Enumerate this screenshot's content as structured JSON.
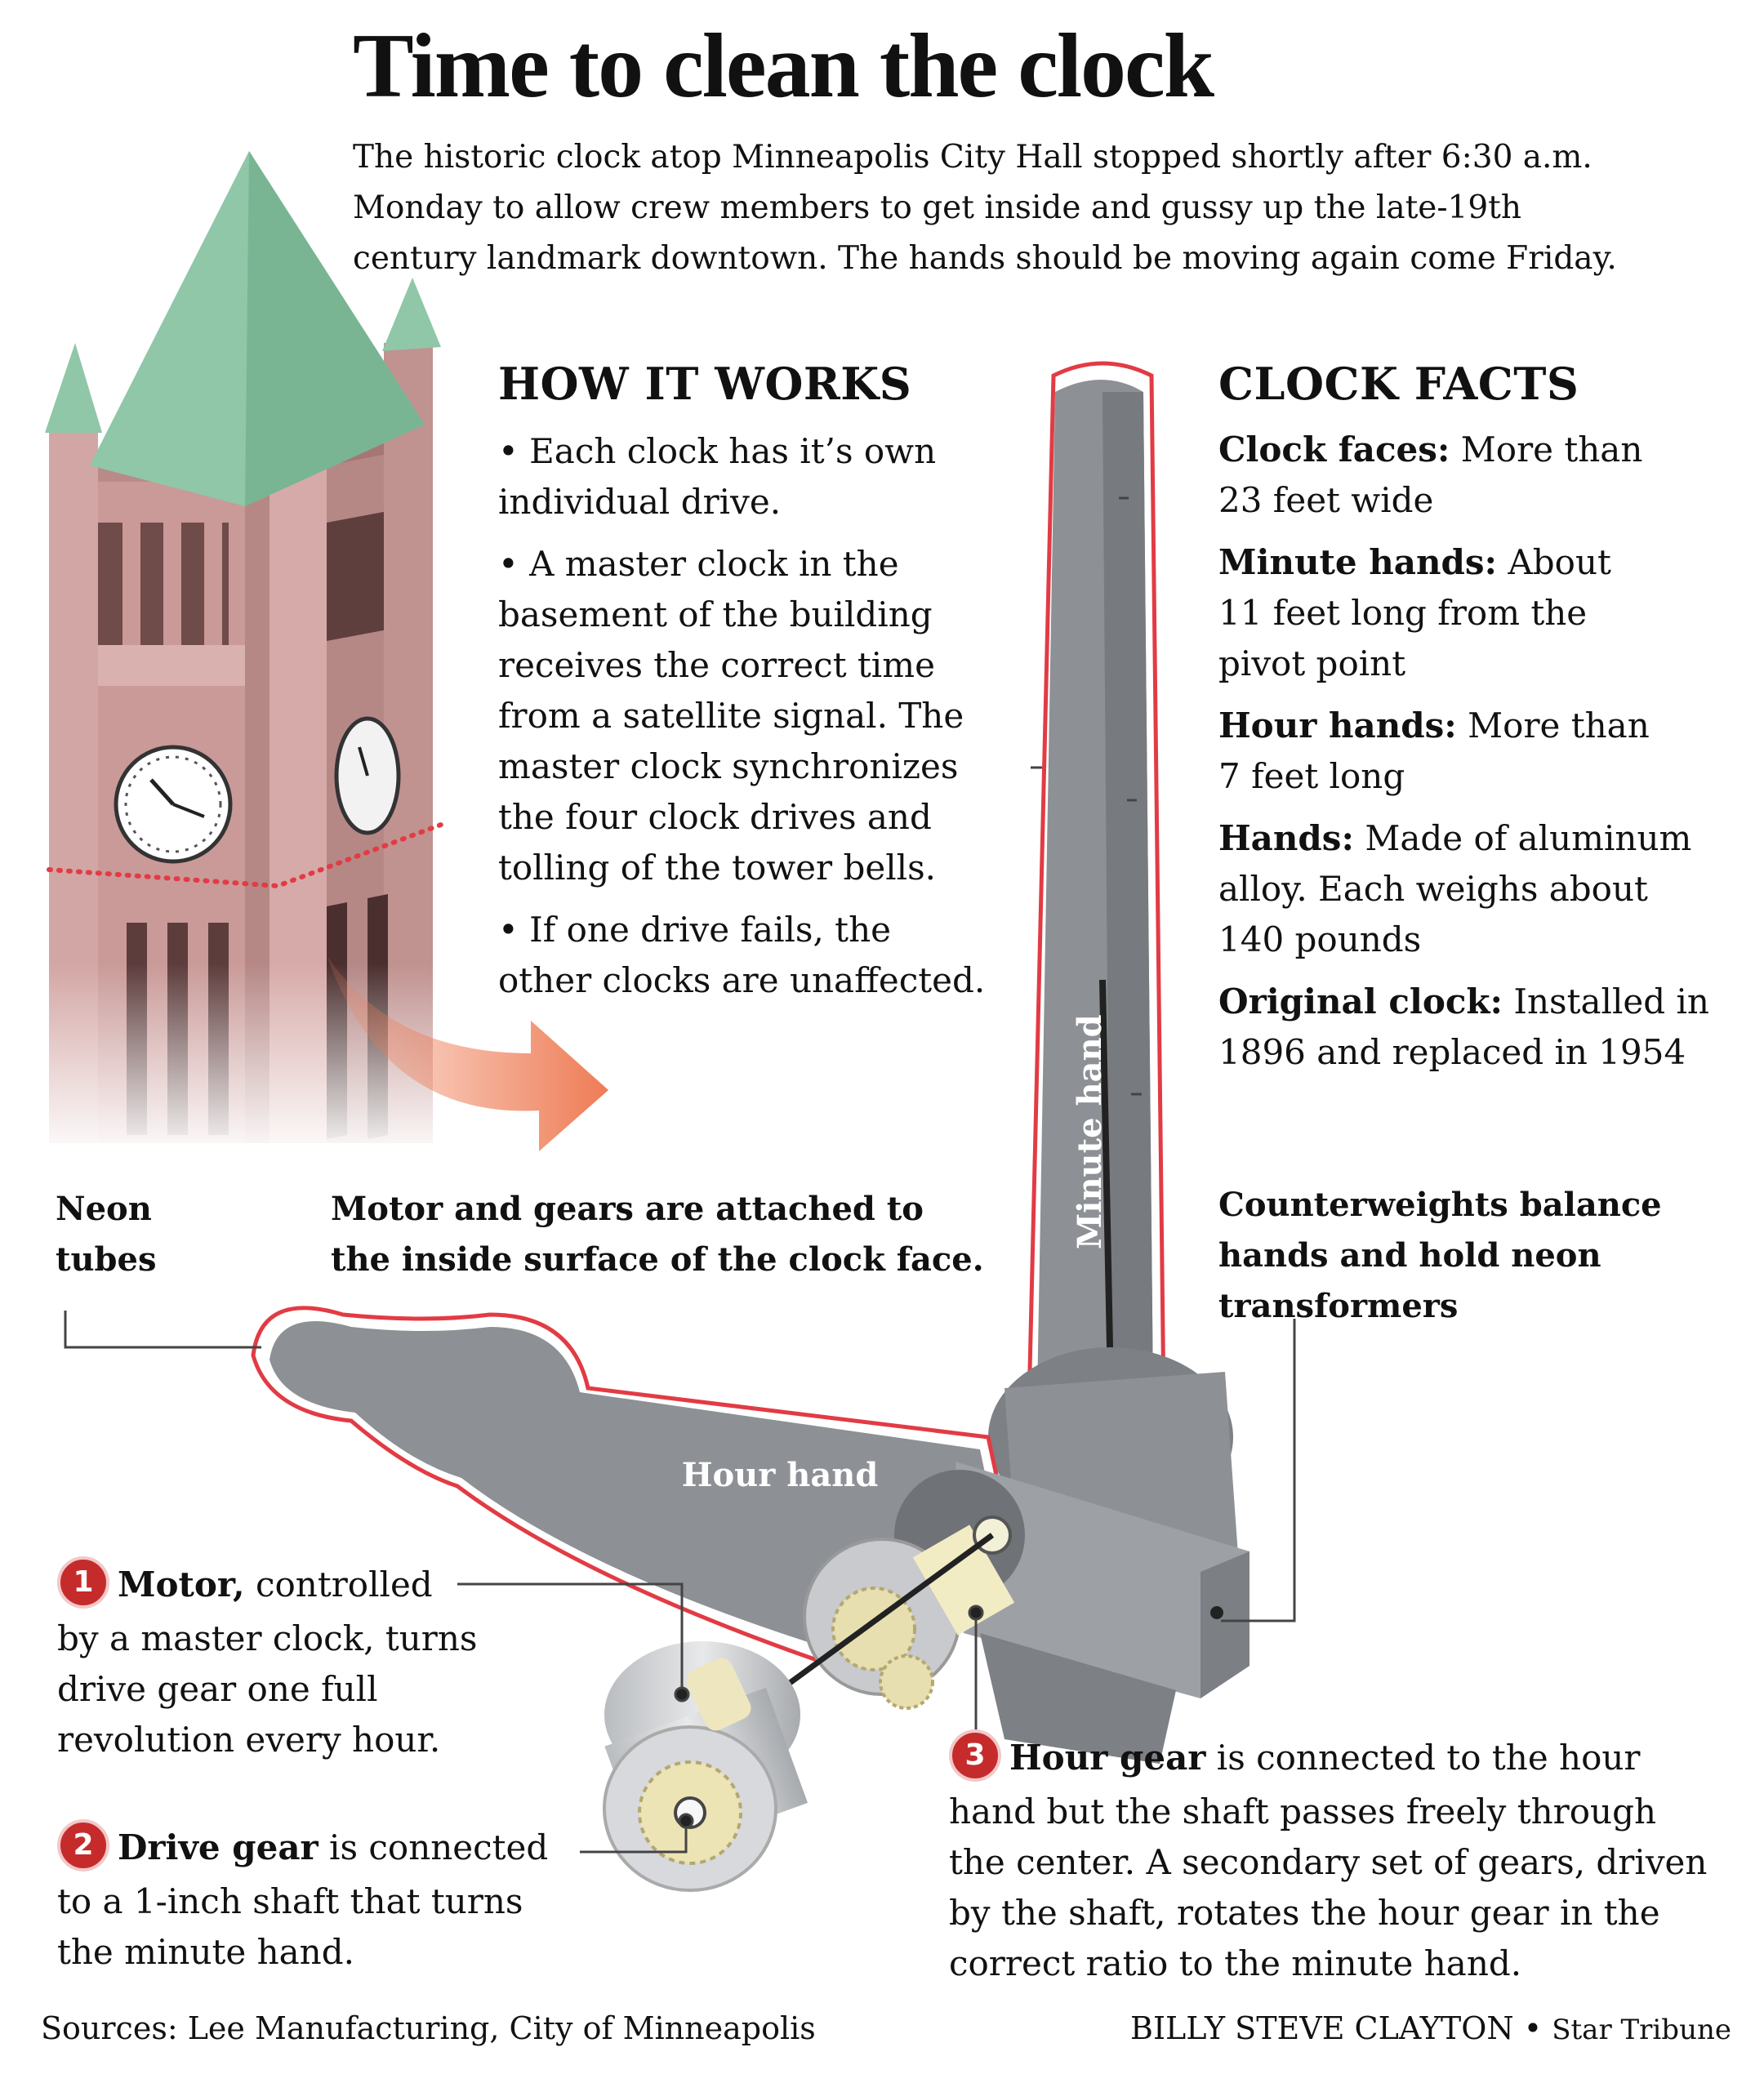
{
  "title": "Time to clean the clock",
  "intro": [
    "The historic clock atop Minneapolis City Hall stopped shortly after 6:30 a.m.",
    "Monday to allow crew members to get inside and gussy up the late-19th",
    "century landmark downtown. The hands should be moving again come Friday."
  ],
  "how_it_works": {
    "heading": "HOW IT WORKS",
    "items": [
      [
        "• Each clock has it’s own",
        "individual drive."
      ],
      [
        "• A master clock in the",
        "basement of the building",
        "receives the correct time",
        "from a satellite signal. The",
        "master clock synchronizes",
        "the four clock drives and",
        "tolling of the tower bells."
      ],
      [
        "• If one drive fails, the",
        "other clocks are unaffected."
      ]
    ]
  },
  "clock_facts": {
    "heading": "CLOCK FACTS",
    "facts": [
      {
        "label": "Clock faces:",
        "text": "More than",
        "more": [
          "23 feet wide"
        ]
      },
      {
        "label": "Minute hands:",
        "text": "About",
        "more": [
          "11 feet long from the",
          "pivot point"
        ]
      },
      {
        "label": "Hour hands:",
        "text": "More than",
        "more": [
          "7 feet long"
        ]
      },
      {
        "label": "Hands:",
        "text": "Made of aluminum",
        "more": [
          "alloy. Each weighs about",
          "140 pounds"
        ]
      },
      {
        "label": "Original clock:",
        "text": "Installed in",
        "more": [
          "1896 and replaced in 1954"
        ]
      }
    ]
  },
  "labels": {
    "neon": [
      "Neon",
      "tubes"
    ],
    "motor_gears": [
      "Motor and gears are attached to",
      "the inside surface of the clock face."
    ],
    "counterweights": [
      "Counterweights balance",
      "hands and hold neon",
      "transformers"
    ],
    "minute_hand": "Minute hand",
    "hour_hand": "Hour hand"
  },
  "callouts": [
    {
      "number": "1",
      "label": "Motor,",
      "text": "controlled",
      "more": [
        "by a master clock, turns",
        "drive gear one full",
        "revolution every hour."
      ]
    },
    {
      "number": "2",
      "label": "Drive gear",
      "text": "is connected",
      "more": [
        "to a 1-inch shaft that turns",
        "the minute hand."
      ]
    },
    {
      "number": "3",
      "label": "Hour gear",
      "text": "is connected to the hour",
      "more": [
        "hand but the shaft passes freely through",
        "the center. A secondary set of gears, driven",
        "by the shaft, rotates the hour gear in the",
        "correct ratio to the minute hand."
      ]
    }
  ],
  "footer": {
    "sources": "Sources: Lee Manufacturing, City of Minneapolis",
    "credit": "BILLY STEVE CLAYTON",
    "separator": "•",
    "publication": "Star Tribune"
  },
  "colors": {
    "roof": "#8fc7a8",
    "stone": "#c99a98",
    "hand_gray": "#8d9094",
    "neon_red": "#e23b44",
    "arrow": "#ee7c55",
    "badge": "#c62b2b"
  }
}
